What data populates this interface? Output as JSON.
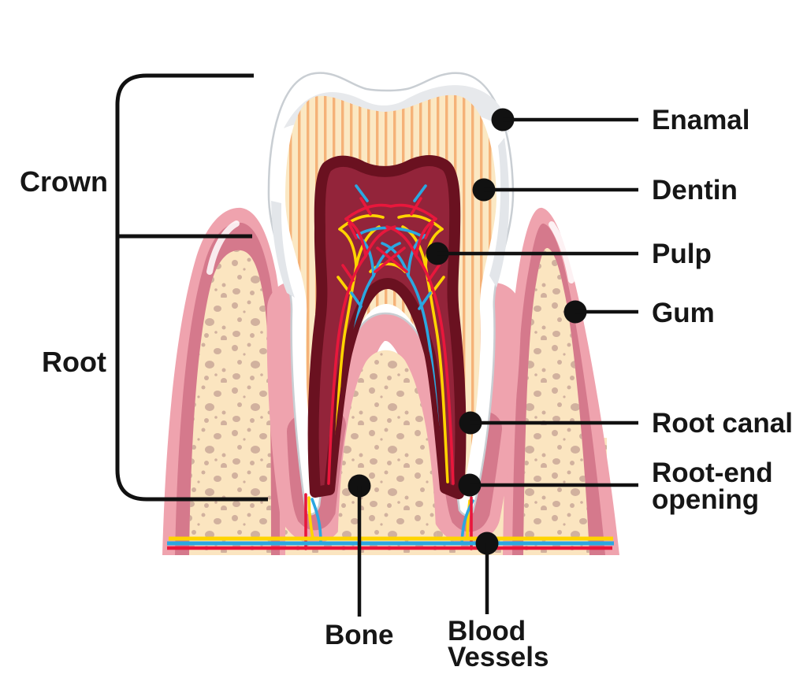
{
  "diagram": {
    "subject": "Human tooth cross-section anatomy",
    "labels": {
      "crown": "Crown",
      "root": "Root",
      "enamel": "Enamal",
      "dentin": "Dentin",
      "pulp": "Pulp",
      "gum": "Gum",
      "root_canal": "Root canal",
      "root_end_1": "Root-end",
      "root_end_2": "opening",
      "bone": "Bone",
      "blood_1": "Blood",
      "blood_2": "Vessels"
    },
    "colors": {
      "enamel": "#ffffff",
      "enamel_shade": "#e7e9ec",
      "enamel_outline": "#c9ced3",
      "dentin": "#fbe8c3",
      "dentin_stripe": "#f5a86b",
      "pulp_dark": "#6a1120",
      "pulp": "#93243a",
      "gum_outer": "#efa3ae",
      "gum_inner": "#d5798c",
      "bone": "#fbe5c0",
      "speckle": "#cfae9c",
      "vessel_red": "#e8173c",
      "vessel_blue": "#2ba7e0",
      "vessel_yellow": "#ffd400",
      "line": "#111111"
    }
  }
}
